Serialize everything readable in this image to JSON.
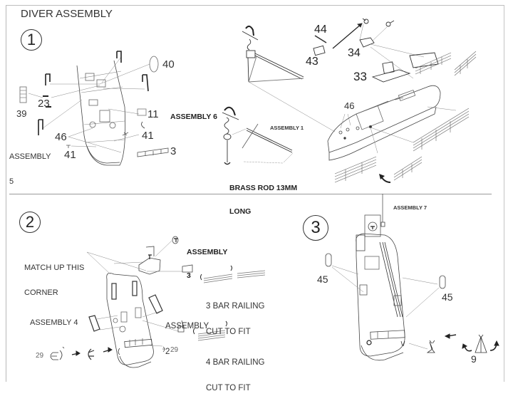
{
  "title": "DIVER ASSEMBLY",
  "steps": [
    {
      "number": "1",
      "part_numbers": [
        "40",
        "23",
        "39",
        "11",
        "46",
        "41",
        "41",
        "3",
        "44",
        "43",
        "34",
        "33",
        "46"
      ],
      "labels": {
        "assembly5_line1": "ASSEMBLY",
        "assembly5_line2": "5",
        "assembly6": "ASSEMBLY 6",
        "assembly1": "ASSEMBLY 1",
        "brass_rod_line1": "BRASS ROD 13MM",
        "brass_rod_line2": "LONG"
      }
    },
    {
      "number": "2",
      "part_numbers": [
        "29",
        "29"
      ],
      "labels": {
        "match_line1": "MATCH UP THIS",
        "match_line2": "CORNER",
        "assembly3_line1": "ASSEMBLY",
        "assembly3_line2": "3",
        "rail3_line1": "3 BAR RAILING",
        "rail3_line2": "CUT TO FIT",
        "assembly2_line1": "ASSEMBLY",
        "assembly2_line2": "2",
        "assembly4": "ASSEMBLY 4",
        "rail4_line1": "4 BAR RAILING",
        "rail4_line2": "CUT TO FIT"
      }
    },
    {
      "number": "3",
      "part_numbers": [
        "45",
        "45",
        "9"
      ],
      "labels": {
        "assembly7": "ASSEMBLY 7"
      }
    }
  ],
  "icons": [
    "step-circle",
    "arrow-icon",
    "curved-arrow-icon",
    "railing",
    "boat-hull"
  ],
  "colors": {
    "line": "#333333",
    "light_line": "#888888",
    "frame": "#bbbbbb"
  }
}
